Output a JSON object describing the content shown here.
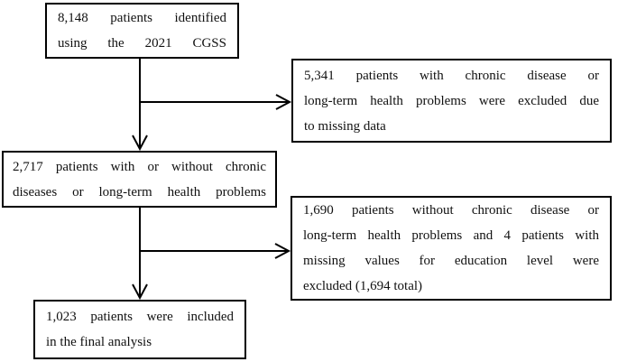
{
  "figure": {
    "background_color": "#ffffff",
    "box_border_color": "#000000",
    "arrow_color": "#000000",
    "text_color": "#111111"
  },
  "flowchart": {
    "boxes": [
      {
        "name": "identified",
        "lines": [
          "8,148 patients identified",
          "using the 2021 CGSS"
        ]
      },
      {
        "name": "excluded-missing-data",
        "lines": [
          "5,341 patients with chronic disease or",
          "long-term health problems were excluded due",
          "to missing data"
        ]
      },
      {
        "name": "eligible",
        "lines": [
          "2,717 patients with or without chronic",
          "diseases or long-term health problems"
        ]
      },
      {
        "name": "excluded-no-chronic-and-missing-education",
        "lines": [
          "1,690 patients without chronic disease or",
          "long-term health problems and 4 patients with",
          "missing values for education level were",
          "excluded (1,694 total)"
        ]
      },
      {
        "name": "final-analysis",
        "lines": [
          "1,023 patients were included",
          "in the final analysis"
        ]
      }
    ]
  }
}
